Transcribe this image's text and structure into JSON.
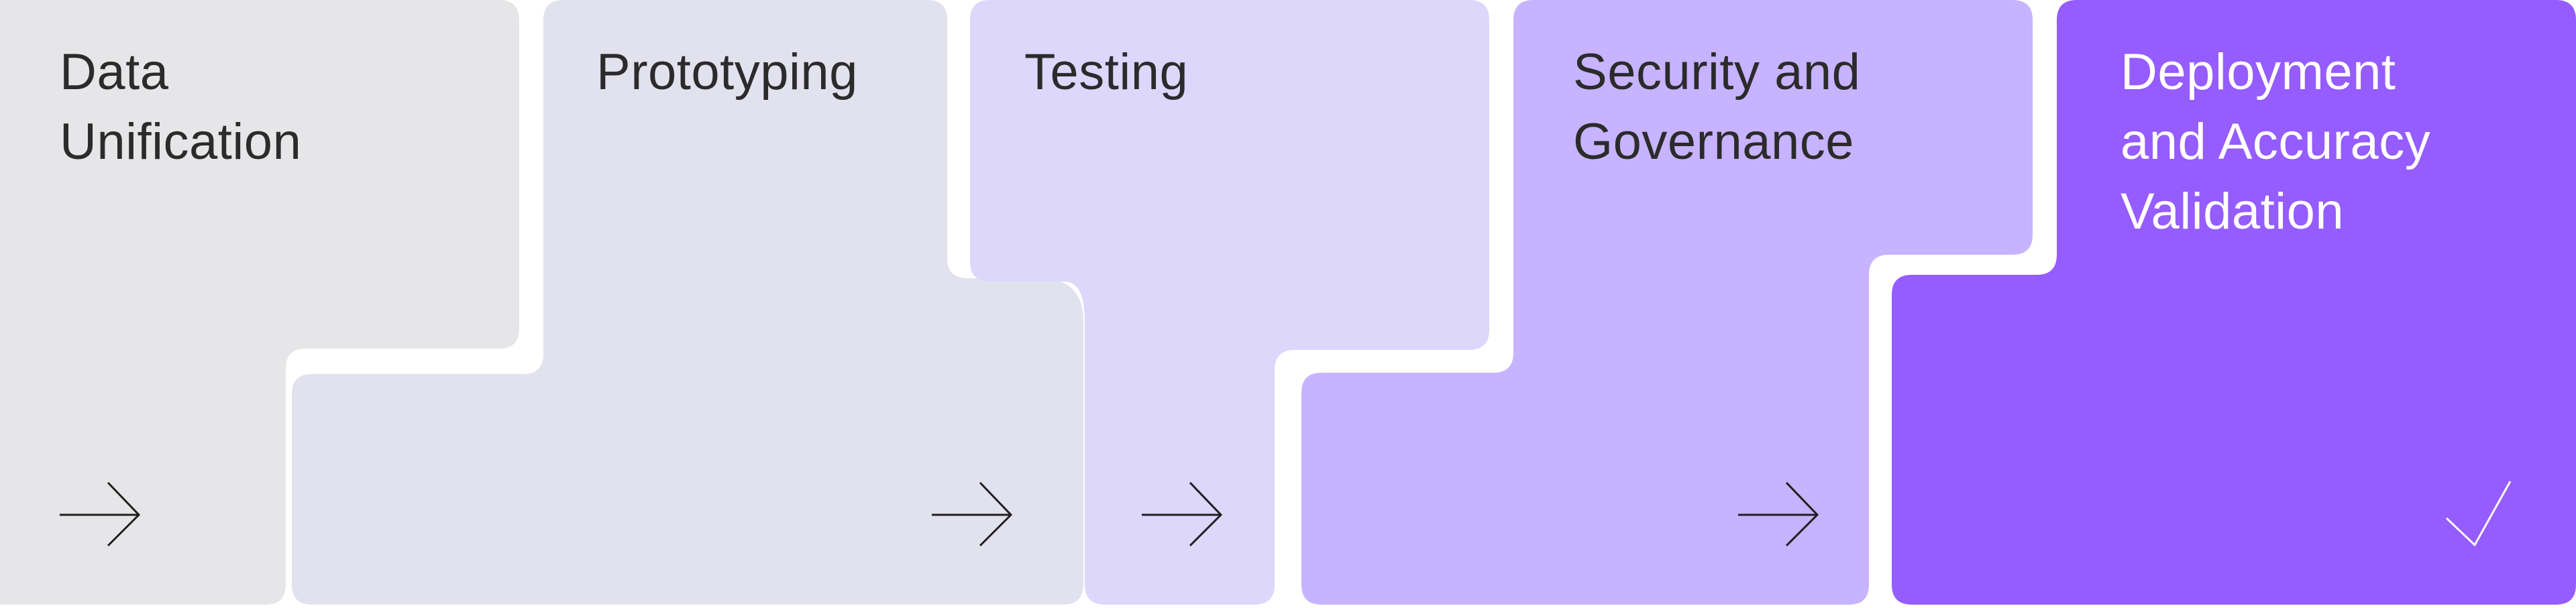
{
  "steps": [
    {
      "label": "Data\nUnification",
      "color": "#e6e6e8",
      "text_color": "#2b2b2b",
      "marker": "arrow-right"
    },
    {
      "label": "Prototyping",
      "color": "#e2e1ee",
      "text_color": "#2b2b2b",
      "marker": "arrow-right"
    },
    {
      "label": "Testing",
      "color": "#dcd7fb",
      "text_color": "#2b2b2b",
      "marker": "arrow-right"
    },
    {
      "label": "Security and\nGovernance",
      "color": "#c7b3ff",
      "text_color": "#2b2b2b",
      "marker": "arrow-right"
    },
    {
      "label": "Deployment\nand Accuracy\nValidation",
      "color": "#955cff",
      "text_color": "#ffffff",
      "marker": "check"
    }
  ],
  "colors": {
    "background": "#ffffff",
    "arrow": "#1f1f1f",
    "check": "#ffffff"
  }
}
